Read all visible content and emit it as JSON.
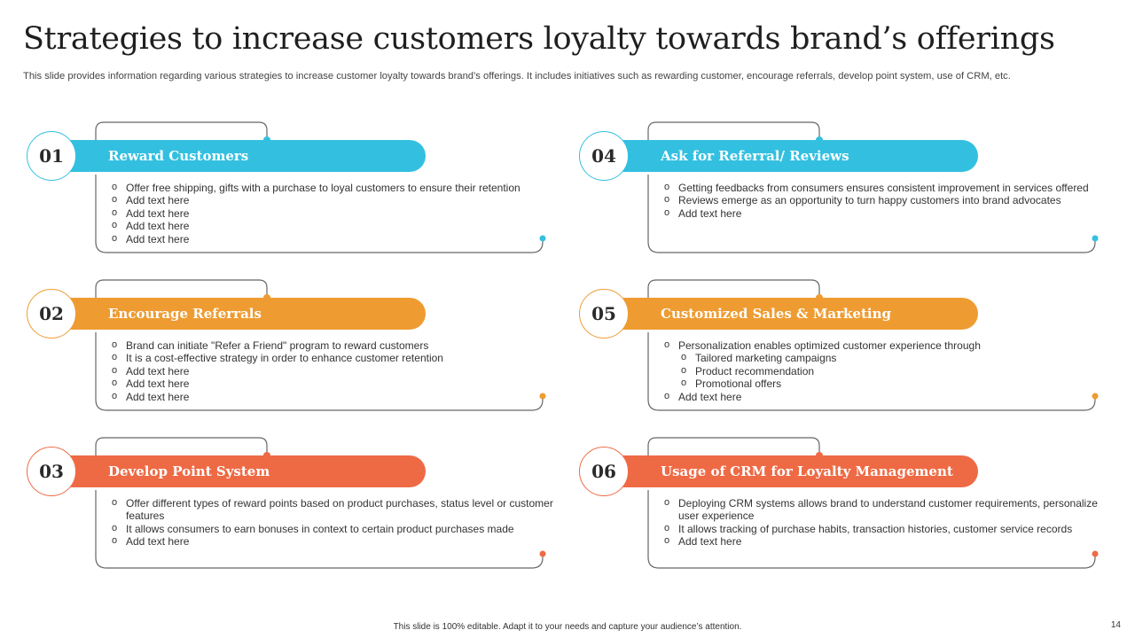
{
  "title": "Strategies to increase customers loyalty towards brand’s offerings",
  "subtitle": "This slide provides information regarding various strategies to increase customer loyalty towards brand’s offerings. It includes initiatives such as rewarding customer, encourage referrals, develop point system, use of CRM, etc.",
  "colors": {
    "blue": "#33c0e0",
    "orange": "#ee9c32",
    "red": "#ee6a45",
    "outline": "#666666"
  },
  "strategies": [
    {
      "number": "01",
      "heading": "Reward Customers",
      "color": "blue",
      "bullets": [
        "Offer free shipping, gifts with a purchase to loyal customers to ensure their retention",
        "Add text here",
        "Add text here",
        "Add text here",
        "Add text here"
      ]
    },
    {
      "number": "02",
      "heading": "Encourage Referrals",
      "color": "orange",
      "bullets": [
        "Brand can initiate \"Refer a Friend\" program to reward customers",
        "It is a cost-effective strategy in order to enhance customer retention",
        "Add text here",
        "Add text here",
        "Add text here"
      ]
    },
    {
      "number": "03",
      "heading": "Develop Point System",
      "color": "red",
      "bullets": [
        "Offer different types of reward points based on product purchases, status level or customer features",
        "It allows consumers to earn bonuses in context to certain product purchases made",
        "Add text here"
      ]
    },
    {
      "number": "04",
      "heading": "Ask for Referral/ Reviews",
      "color": "blue",
      "bullets": [
        "Getting feedbacks from consumers ensures consistent improvement in services offered",
        "Reviews emerge as an opportunity to turn happy customers into brand advocates",
        "Add text here"
      ]
    },
    {
      "number": "05",
      "heading": "Customized Sales & Marketing",
      "color": "orange",
      "bullets": [
        "Personalization enables optimized customer experience through",
        "Tailored marketing campaigns",
        "Product recommendation",
        "Promotional offers",
        "Add text here"
      ]
    },
    {
      "number": "06",
      "heading": "Usage of CRM for Loyalty Management",
      "color": "red",
      "bullets": [
        "Deploying CRM systems allows brand to understand customer requirements, personalize user experience",
        "It allows tracking of purchase habits, transaction histories, customer service records",
        "Add text here"
      ]
    }
  ],
  "footer": "This slide is 100% editable. Adapt it to your needs and capture your audience’s attention.",
  "page_number": "14"
}
